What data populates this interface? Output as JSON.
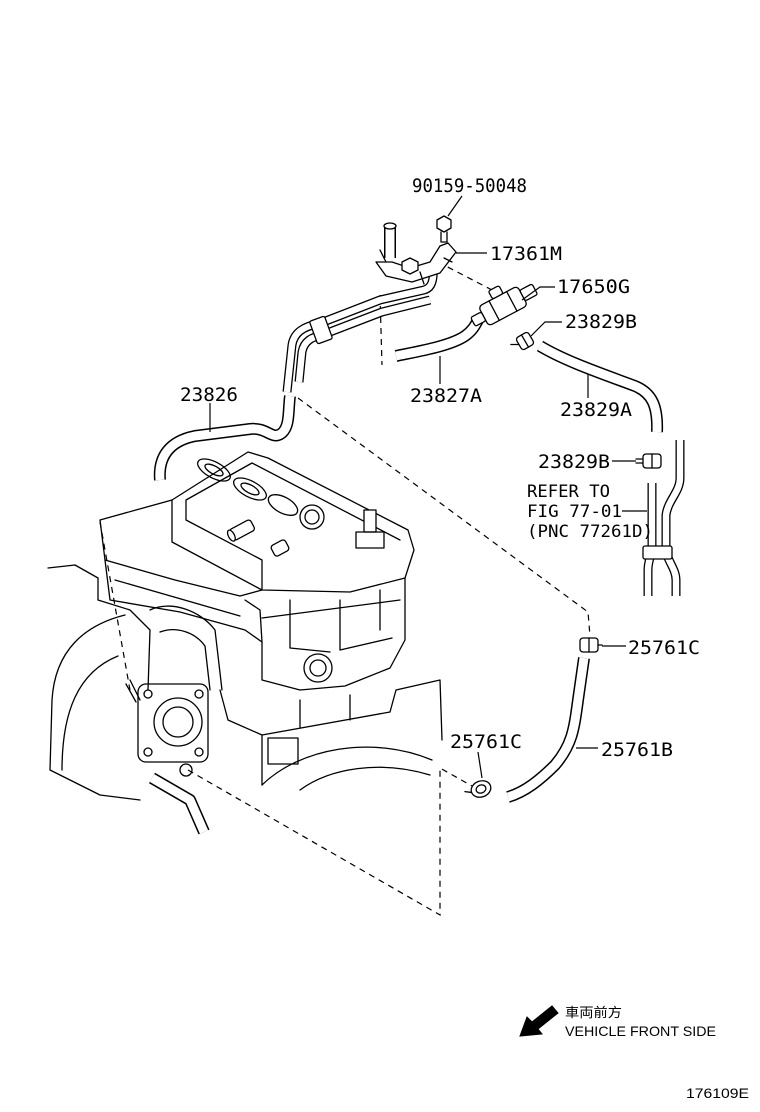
{
  "callouts": [
    "90159-50048",
    "17361M",
    "17650G",
    "23829B",
    "23827A",
    "23829A",
    "23826",
    "23829B",
    "25761C",
    "25761C",
    "25761B"
  ],
  "reference": {
    "line1": "REFER TO",
    "line2": "FIG 77-01",
    "line3": "(PNC 77261D)"
  },
  "direction": {
    "label_jp": "車両前方",
    "label_en": "VEHICLE FRONT SIDE"
  },
  "figure_code": "176109E"
}
